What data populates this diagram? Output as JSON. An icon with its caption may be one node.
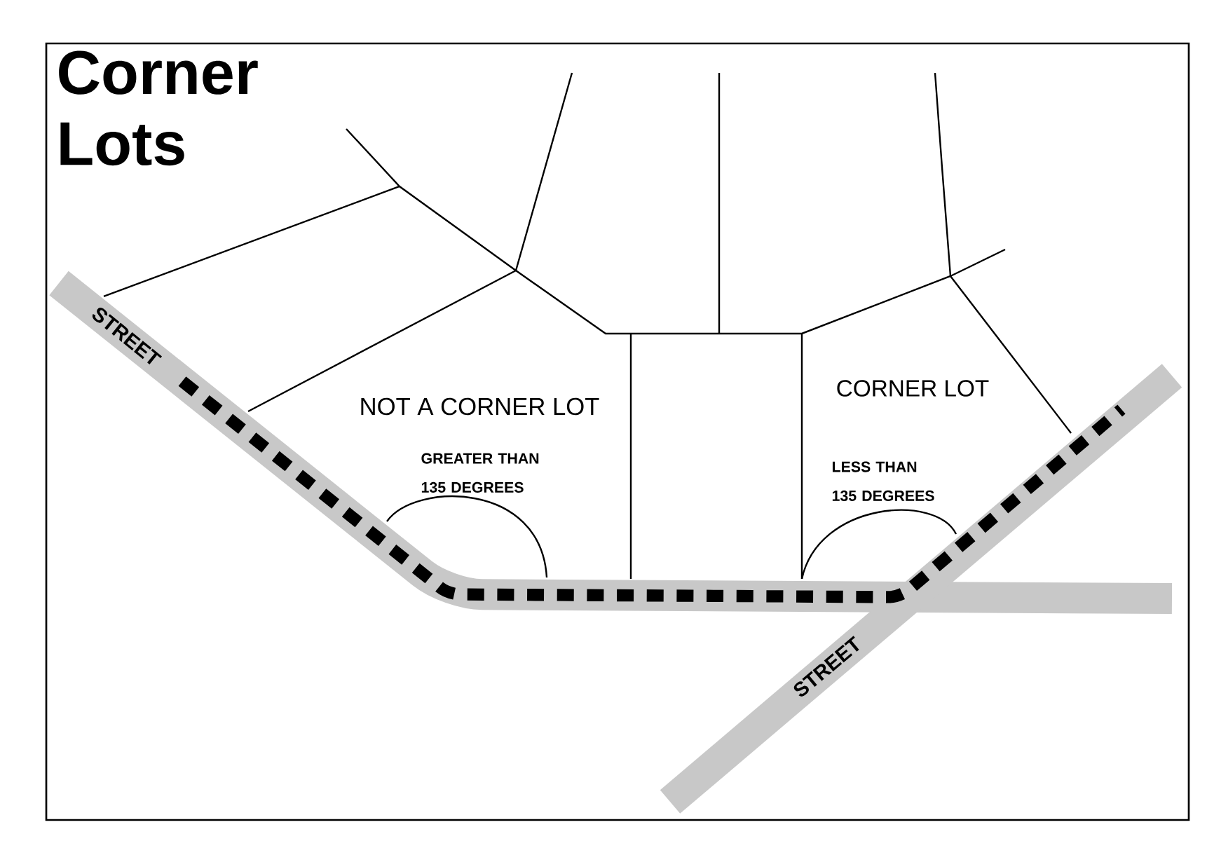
{
  "diagram": {
    "title": "Corner Lots",
    "labels": [
      "STREET",
      "NOT A CORNER LOT",
      "CORNER LOT",
      "GREATER THAN 135 DEGREES",
      "LESS THAN 135 DEGREES",
      "STREET"
    ]
  }
}
